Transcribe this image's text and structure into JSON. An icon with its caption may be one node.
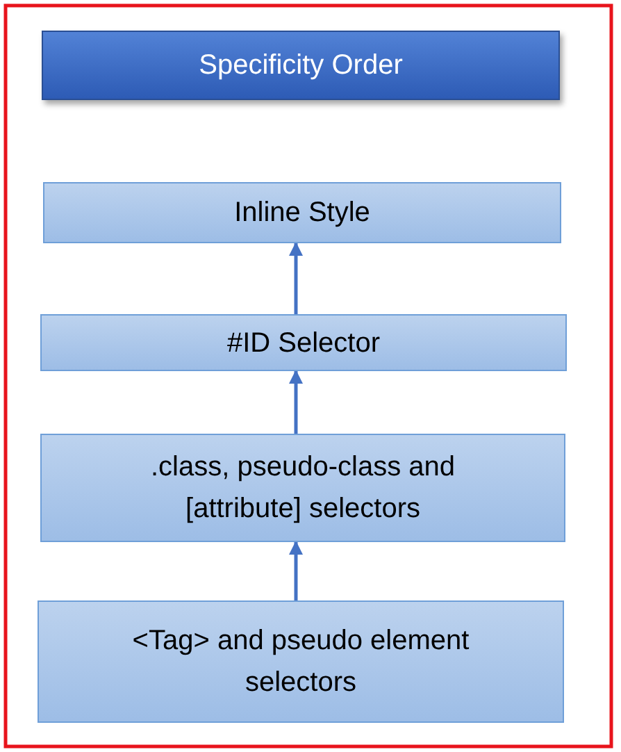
{
  "diagram": {
    "nodes": [
      {
        "text": [
          "Specificity Order"
        ]
      },
      {
        "text": [
          "Inline Style"
        ]
      },
      {
        "text": [
          "#ID Selector"
        ]
      },
      {
        "text": [
          ".class, pseudo-class and [attribute] selectors"
        ]
      },
      {
        "text": [
          "<Tag> and pseudo element selectors"
        ]
      }
    ],
    "edges": [
      {
        "from": 2,
        "to": 1,
        "arrow": "to"
      },
      {
        "from": 3,
        "to": 2,
        "arrow": "to"
      },
      {
        "from": 4,
        "to": 3,
        "arrow": "to"
      }
    ]
  }
}
